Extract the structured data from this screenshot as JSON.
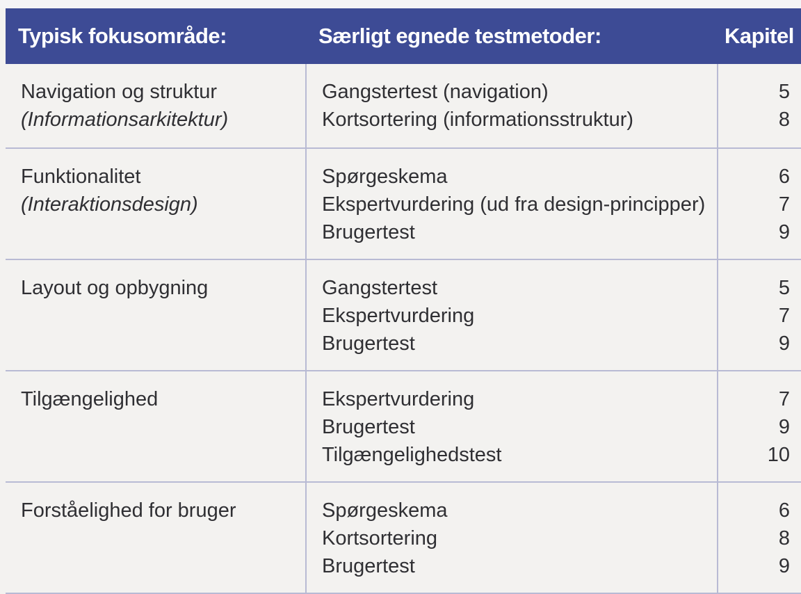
{
  "table": {
    "headers": {
      "focus": "Typisk fokusområde:",
      "methods": "Særligt egnede testmetoder:",
      "chapter": "Kapitel"
    },
    "rows": [
      {
        "focus": "Navigation og struktur",
        "focus_sub": "(Informationsarkitektur)",
        "methods": [
          "Gangstertest (navigation)",
          "Kortsortering (informationsstruktur)"
        ],
        "chapters": [
          "5",
          "8"
        ]
      },
      {
        "focus": "Funktionalitet",
        "focus_sub": "(Interaktionsdesign)",
        "methods": [
          "Spørgeskema",
          "Ekspertvurdering (ud fra design-principper)",
          "Brugertest"
        ],
        "chapters": [
          "6",
          "7",
          "9"
        ]
      },
      {
        "focus": "Layout og opbygning",
        "methods": [
          "Gangstertest",
          "Ekspertvurdering",
          "Brugertest"
        ],
        "chapters": [
          "5",
          "7",
          "9"
        ]
      },
      {
        "focus": "Tilgængelighed",
        "methods": [
          "Ekspertvurdering",
          "Brugertest",
          "Tilgængelighedstest"
        ],
        "chapters": [
          "7",
          "9",
          "10"
        ]
      },
      {
        "focus": "Forståelighed for bruger",
        "methods": [
          "Spørgeskema",
          "Kortsortering",
          "Brugertest"
        ],
        "chapters": [
          "6",
          "8",
          "9"
        ]
      }
    ]
  }
}
